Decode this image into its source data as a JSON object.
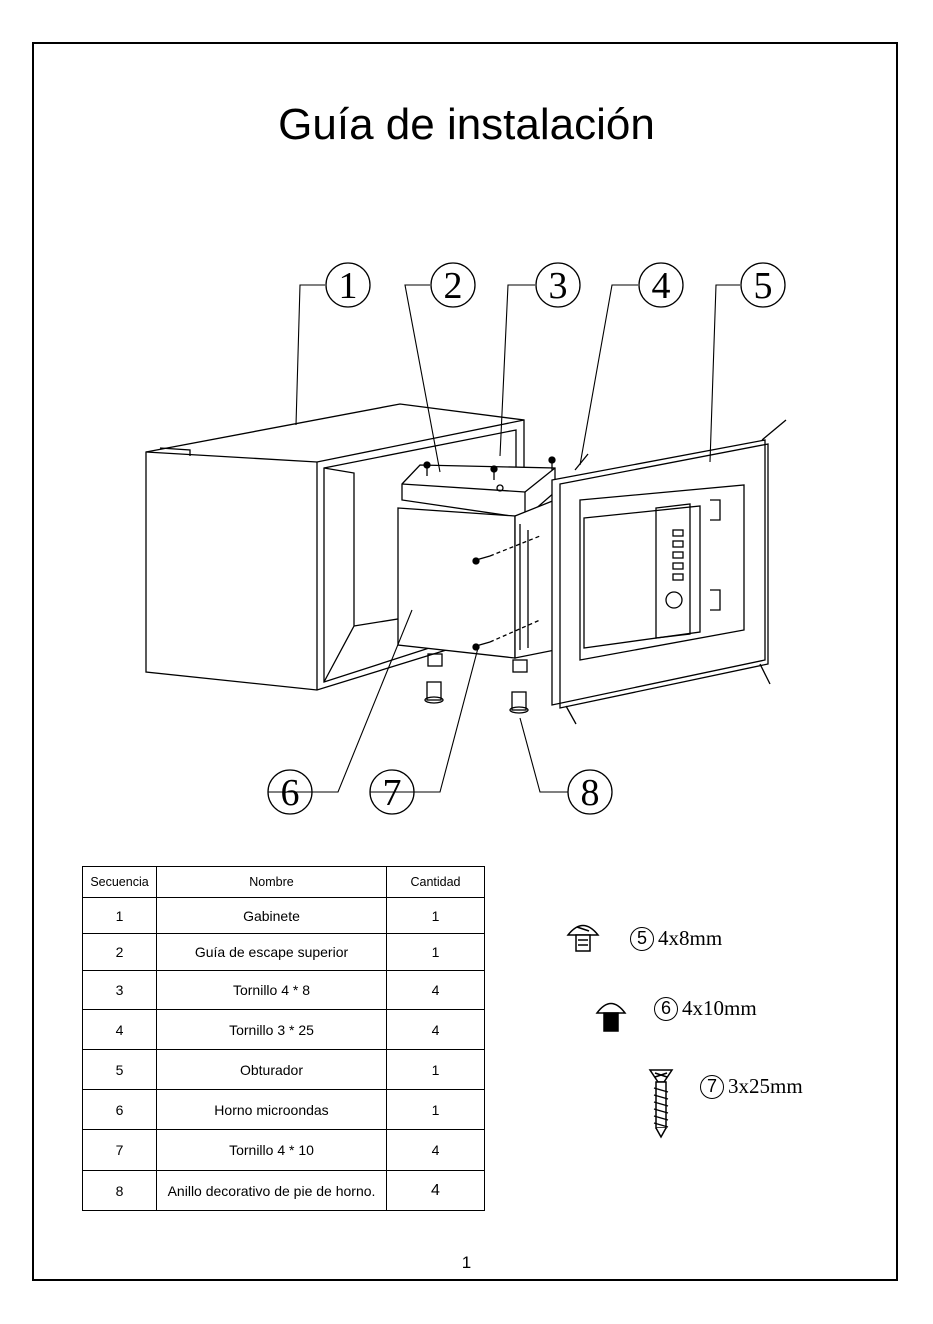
{
  "title": "Guía de instalación",
  "callouts": [
    "1",
    "2",
    "3",
    "4",
    "5",
    "6",
    "7",
    "8"
  ],
  "table": {
    "headers": [
      "Secuencia",
      "Nombre",
      "Cantidad"
    ],
    "rows": [
      {
        "seq": "1",
        "name": "Gabinete",
        "qty": "1"
      },
      {
        "seq": "2",
        "name": "Guía de escape superior",
        "qty": "1"
      },
      {
        "seq": "3",
        "name": "Tornillo 4 * 8",
        "qty": "4"
      },
      {
        "seq": "4",
        "name": "Tornillo 3 * 25",
        "qty": "4"
      },
      {
        "seq": "5",
        "name": "Obturador",
        "qty": "1"
      },
      {
        "seq": "6",
        "name": "Horno microondas",
        "qty": "1"
      },
      {
        "seq": "7",
        "name": "Tornillo 4 * 10",
        "qty": "4"
      },
      {
        "seq": "8",
        "name": "Anillo decorativo de pie de horno.",
        "qty": "4"
      }
    ]
  },
  "screws": [
    {
      "num": "5",
      "size": "4x8mm"
    },
    {
      "num": "6",
      "size": "4x10mm"
    },
    {
      "num": "7",
      "size": "3x25mm"
    }
  ],
  "page_number": "1"
}
